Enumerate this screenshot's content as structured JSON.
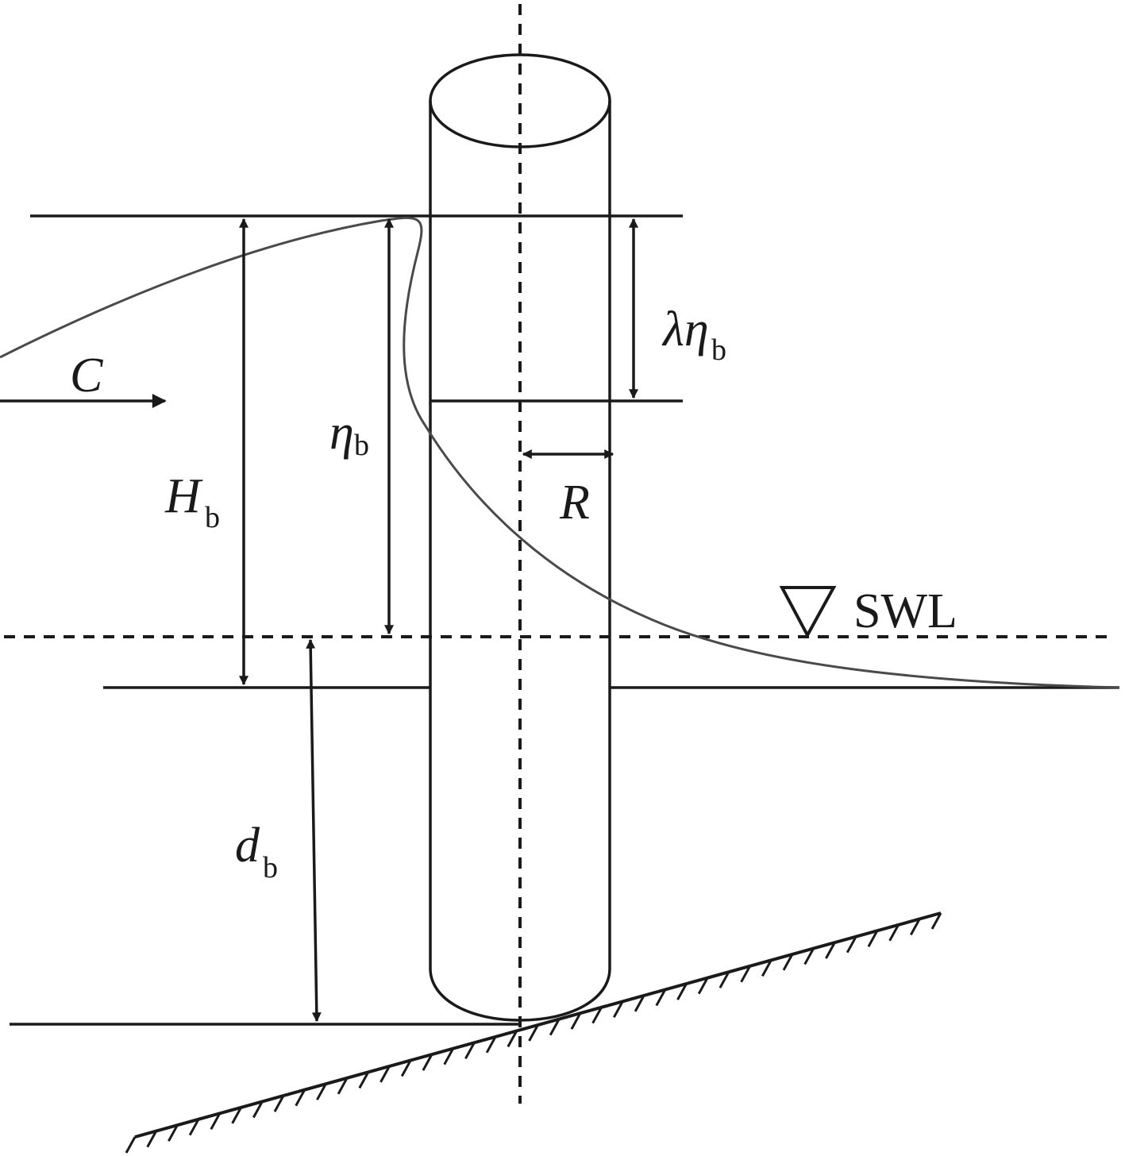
{
  "labels": {
    "celerity": "C",
    "breaking_wave_height": "H",
    "breaking_wave_height_sub": "b",
    "crest_elevation": "η",
    "crest_elevation_sub": "b",
    "impact_height": "λη",
    "impact_height_sub": "b",
    "radius": "R",
    "still_water_level": "SWL",
    "breaking_depth": "d",
    "breaking_depth_sub": "b"
  },
  "colors": {
    "line": "#1a1a1a",
    "wave_profile": "#4a4a4a",
    "background": "#ffffff"
  }
}
